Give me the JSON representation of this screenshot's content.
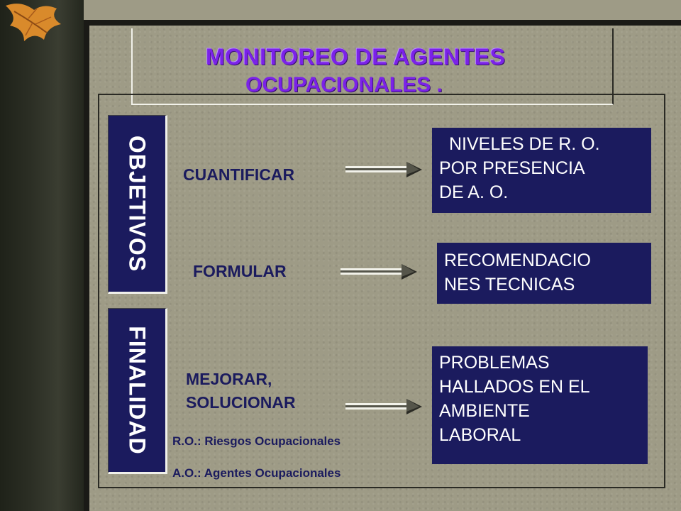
{
  "title": {
    "line1": "MONITOREO DE AGENTES",
    "line2": "OCUPACIONALES ."
  },
  "side_labels": {
    "objetivos": "OBJETIVOS",
    "finalidad": "FINALIDAD"
  },
  "rows": [
    {
      "verb_lines": [
        "CUANTIFICAR"
      ],
      "result_lines": [
        "NIVELES DE R. O.",
        "POR PRESENCIA",
        "DE A. O."
      ]
    },
    {
      "verb_lines": [
        "FORMULAR"
      ],
      "result_lines": [
        "RECOMENDACIO",
        "NES TECNICAS"
      ]
    },
    {
      "verb_lines": [
        "MEJORAR,",
        "SOLUCIONAR"
      ],
      "result_lines": [
        "PROBLEMAS",
        "HALLADOS EN EL",
        "AMBIENTE",
        "LABORAL"
      ]
    }
  ],
  "notes": {
    "ro": "R.O.: Riesgos Ocupacionales",
    "ao": "A.O.: Agentes Ocupacionales"
  },
  "colors": {
    "background": "#9e9b86",
    "navy": "#1b1b5e",
    "title_purple": "#7b22e8"
  },
  "icons": [
    "autumn-leaf-icon",
    "right-arrow-icon"
  ]
}
